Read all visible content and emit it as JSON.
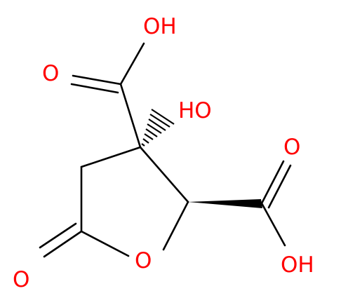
{
  "molecule": {
    "atom_labels": {
      "top_carboxyl_oh": "OH",
      "top_carboxyl_o": "O",
      "hydroxyl": "HO",
      "ring_oxygen": "O",
      "lactone_carbonyl_o": "O",
      "right_carboxyl_o": "O",
      "right_carboxyl_oh": "OH"
    },
    "colors": {
      "bond": "#000000",
      "heteroatom": "#ff0000",
      "background": "#ffffff"
    }
  }
}
